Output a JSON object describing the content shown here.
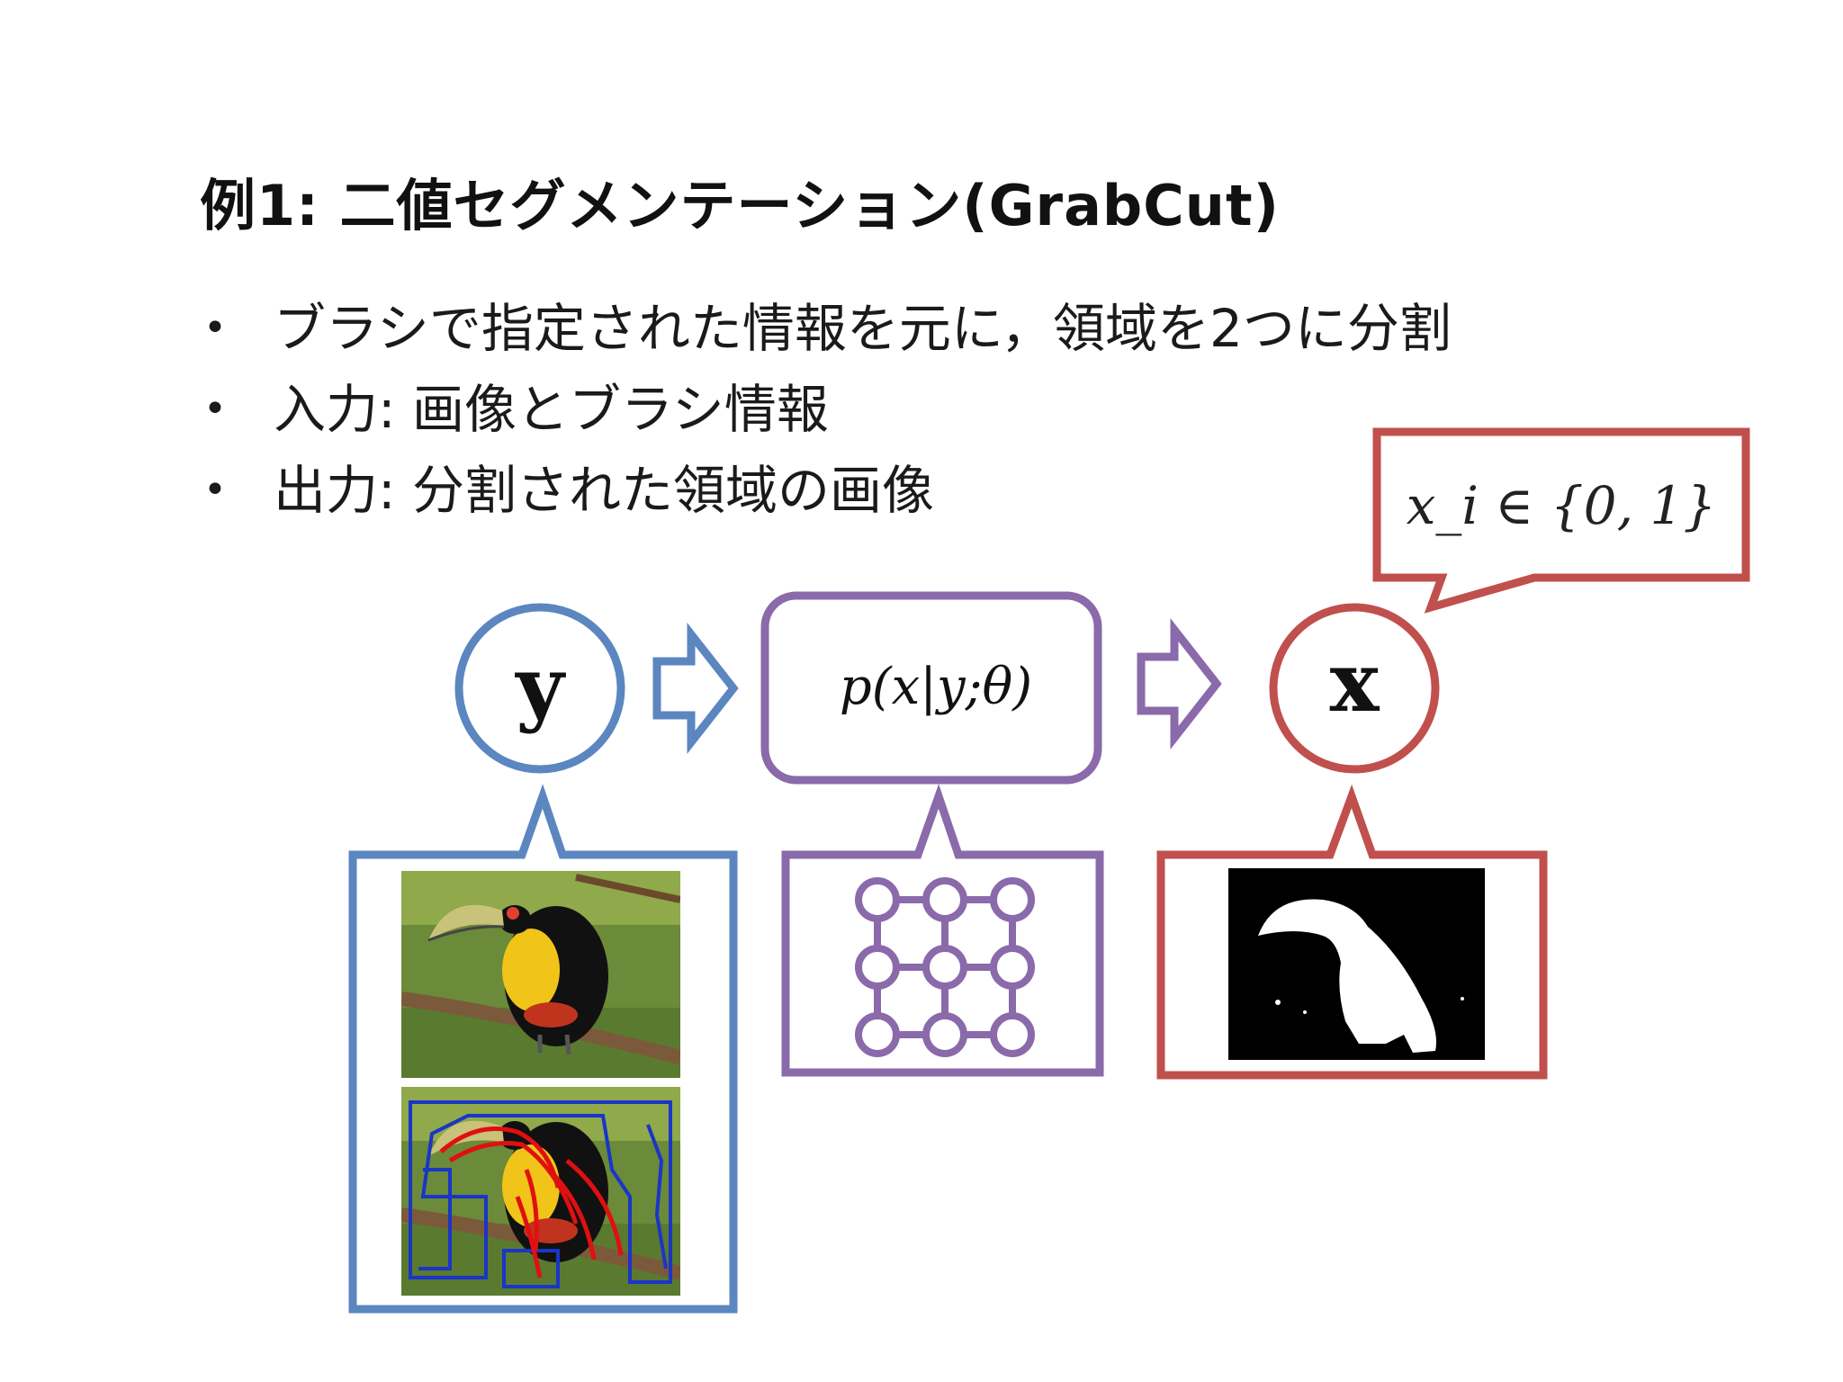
{
  "slide": {
    "title": "例1: 二値セグメンテーション(GrabCut)",
    "bullets": [
      "ブラシで指定された情報を元に，領域を2つに分割",
      "入力: 画像とブラシ情報",
      "出力: 分割された領域の画像"
    ]
  },
  "diagram": {
    "input_node_label": "y",
    "model_label": "p(x|y;θ)",
    "output_node_label": "x",
    "output_domain_callout": "x_i ∈ {0, 1}",
    "colors": {
      "input": "#5b86c0",
      "model": "#8a6aaa",
      "output": "#c0504d"
    }
  }
}
